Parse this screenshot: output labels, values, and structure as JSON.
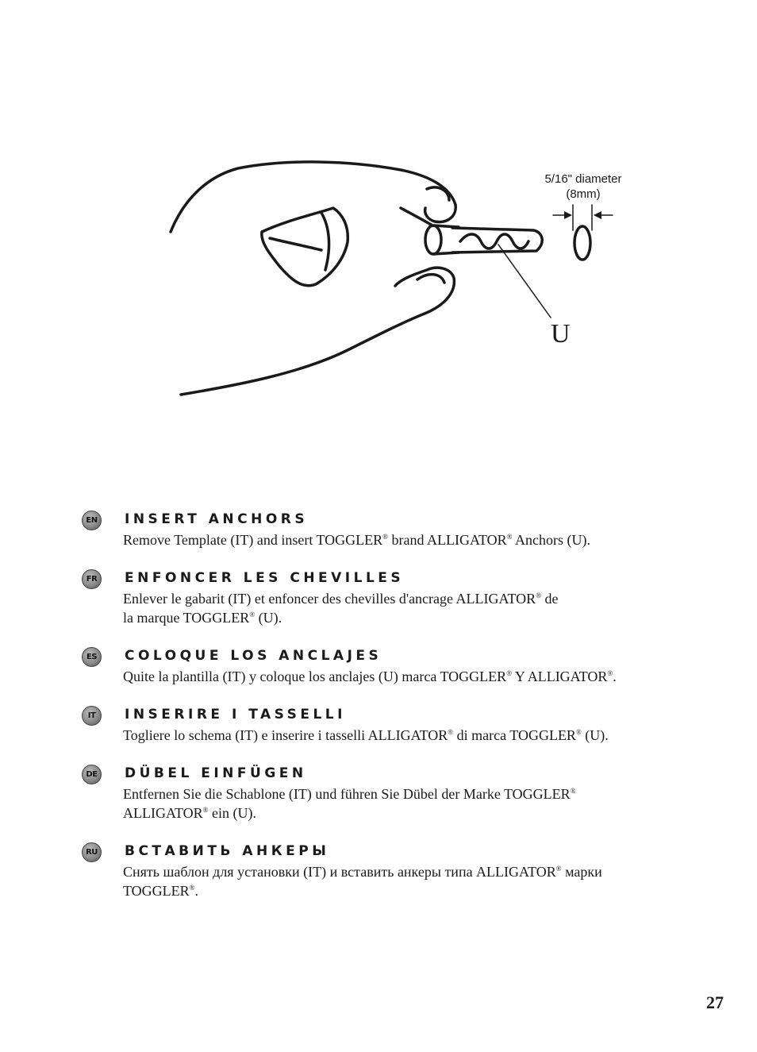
{
  "diagram": {
    "diameter_line1": "5/16\" diameter",
    "diameter_line2": "(8mm)",
    "callout_label": "U"
  },
  "sections": [
    {
      "code": "EN",
      "heading": "INSERT ANCHORS",
      "text_parts": [
        "Remove Template (IT) and insert TOGGLER",
        "®",
        " brand ALLIGATOR",
        "®",
        " Anchors (U)."
      ]
    },
    {
      "code": "FR",
      "heading": "ENFONCER LES CHEVILLES",
      "text_parts": [
        "Enlever le gabarit (IT) et enfoncer des chevilles d'ancrage ALLIGATOR",
        "®",
        " de",
        "\n",
        "la marque TOGGLER",
        "®",
        " (U)."
      ]
    },
    {
      "code": "ES",
      "heading": "COLOQUE LOS ANCLAJES",
      "text_parts": [
        "Quite la plantilla (IT) y coloque los anclajes (U) marca TOGGLER",
        "®",
        " Y ALLIGATOR",
        "®",
        "."
      ]
    },
    {
      "code": "IT",
      "heading": "INSERIRE I TASSELLI",
      "text_parts": [
        "Togliere lo schema (IT) e inserire i tasselli ALLIGATOR",
        "®",
        " di marca TOGGLER",
        "®",
        " (U)."
      ]
    },
    {
      "code": "DE",
      "heading": "DÜBEL EINFÜGEN",
      "text_parts": [
        "Entfernen Sie die Schablone (IT) und führen Sie Dübel der Marke TOGGLER",
        "®",
        "\n",
        "ALLIGATOR",
        "®",
        " ein (U)."
      ]
    },
    {
      "code": "RU",
      "heading": "ВСТАВИТЬ АНКЕРЫ",
      "text_parts": [
        "Снять шаблон для установки (IT) и вставить анкеры типа ALLIGATOR",
        "®",
        " марки",
        "\n",
        "TOGGLER",
        "®",
        "."
      ]
    }
  ],
  "page_number": "27"
}
